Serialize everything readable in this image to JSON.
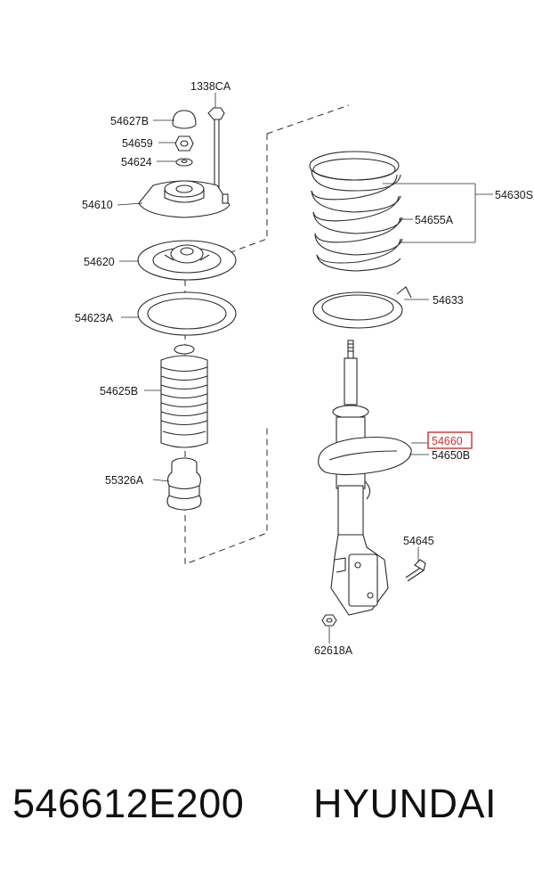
{
  "callouts": {
    "c1338CA": "1338CA",
    "c54627B": "54627B",
    "c54659": "54659",
    "c54624": "54624",
    "c54610": "54610",
    "c54620": "54620",
    "c54623A": "54623A",
    "c54625B": "54625B",
    "c55326A": "55326A",
    "c54630S": "54630S",
    "c54655A": "54655A",
    "c54633": "54633",
    "c54660": "54660",
    "c54650B": "54650B",
    "c54645": "54645",
    "c62618A": "62618A"
  },
  "highlight_color": "#d32f2f",
  "caption": {
    "part_number": "546612E200",
    "brand": "HYUNDAI"
  }
}
